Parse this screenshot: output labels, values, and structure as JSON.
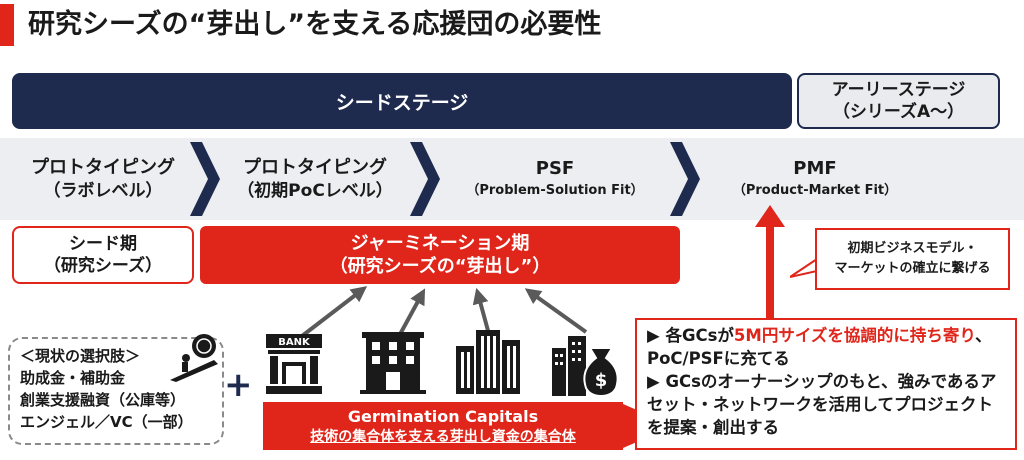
{
  "title": "研究シーズの“芽出し”を支える応援団の必要性",
  "stages": {
    "seed": "シードステージ",
    "early_line1": "アーリーステージ",
    "early_line2": "（シリーズA～）"
  },
  "phases": [
    {
      "line1": "プロトタイピング",
      "line2": "（ラボレベル）"
    },
    {
      "line1": "プロトタイピング",
      "line2": "（初期PoCレベル）"
    },
    {
      "line1": "PSF",
      "line2": "（Problem-Solution Fit）"
    },
    {
      "line1": "PMF",
      "line2": "（Product-Market Fit）"
    }
  ],
  "seed_period": {
    "line1": "シード期",
    "line2": "（研究シーズ）"
  },
  "germination": {
    "line1": "ジャーミネーション期",
    "line2": "（研究シーズの“芽出し”）"
  },
  "callout": {
    "line1": "初期ビジネスモデル・",
    "line2": "マーケットの確立に繋げる"
  },
  "current_options": {
    "heading": "＜現状の選択肢＞",
    "items": [
      "助成金・補助金",
      "創業支援融資（公庫等）",
      "エンジェル／VC（一部）"
    ]
  },
  "plus": "+",
  "icons": {
    "bank_label": "BANK"
  },
  "gc": {
    "name": "Germination Capitals",
    "tagline": "技術の集合体を支える芽出し資金の集合体"
  },
  "right_box": {
    "b1_marker": "▶",
    "b1_pre": " 各GCsが",
    "b1_highlight": "5M円サイズを協調的に持ち寄り",
    "b1_post": "、PoC/PSFに充てる",
    "b2_marker": "▶",
    "b2_text": " GCsのオーナーシップのもと、強みであるアセット・ネットワークを活用してプロジェクトを提案・創出する"
  },
  "colors": {
    "accent": "#e0261b",
    "navy": "#1e2b4e",
    "band": "#eceef1"
  }
}
